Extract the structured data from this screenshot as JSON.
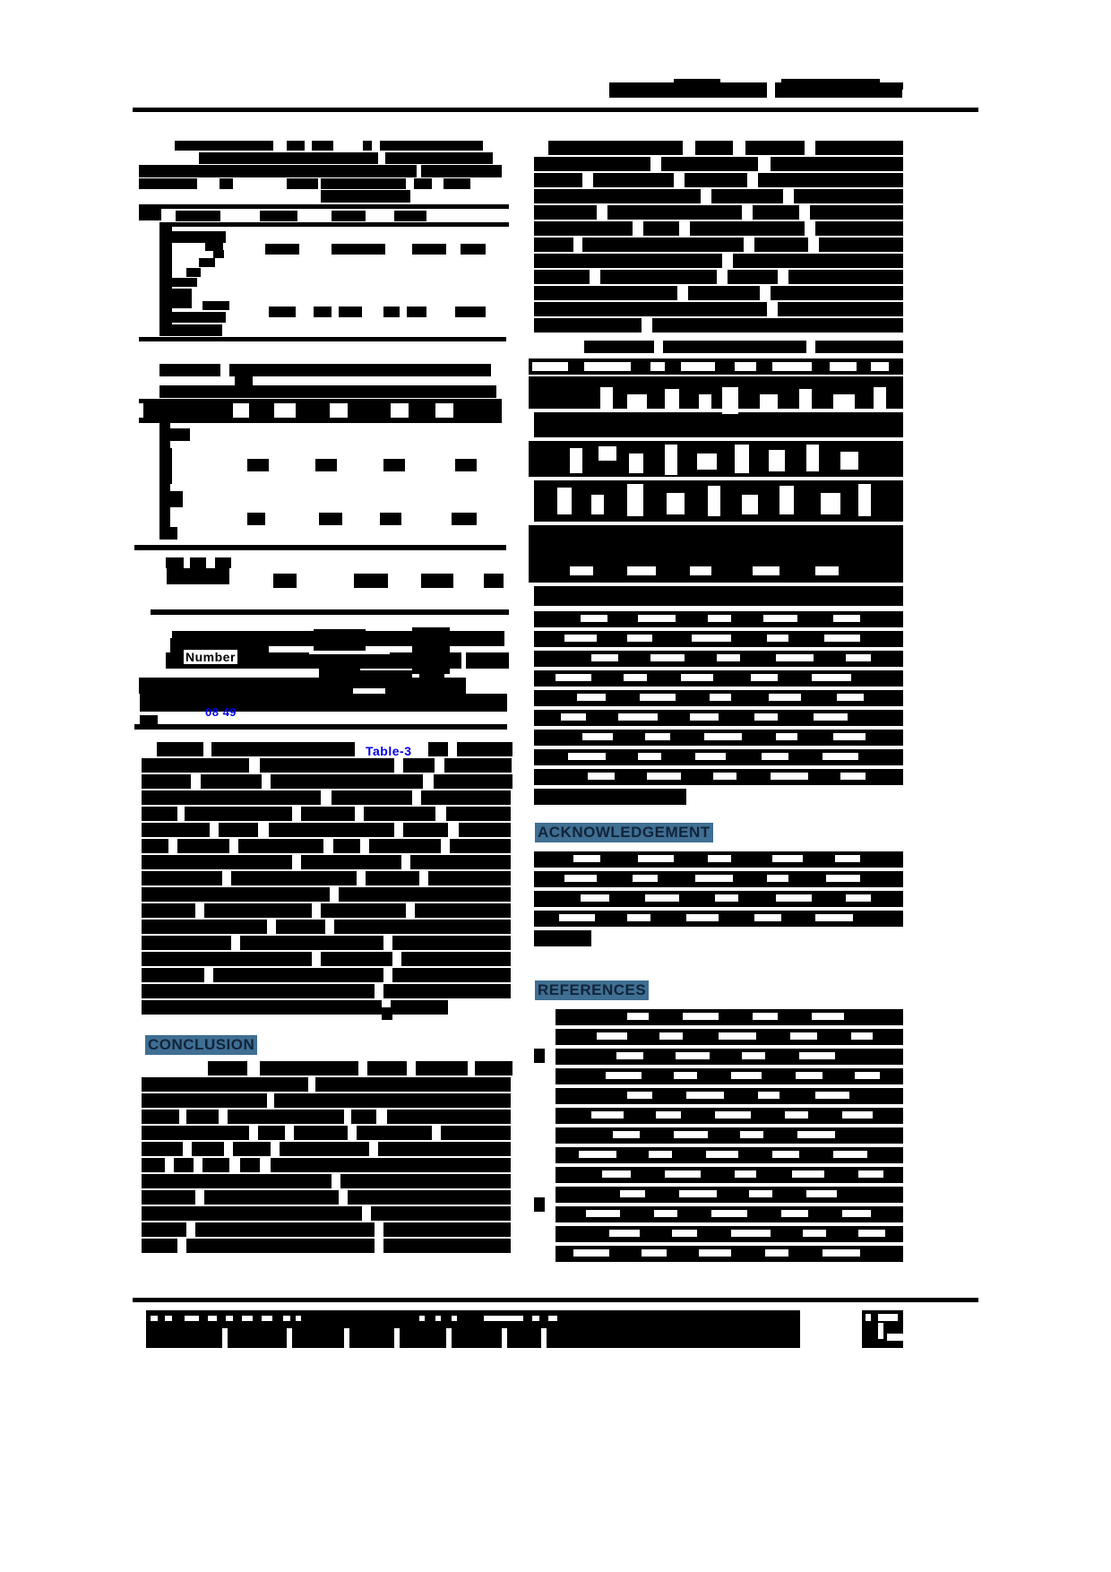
{
  "document": {
    "kind": "redacted-journal-page",
    "page_number_visible": true,
    "columns": 2,
    "background_color": "#ffffff",
    "ink_color": "#000000",
    "highlight_color": "#3f6f93",
    "link_color": "#0000ee"
  },
  "header": {
    "running_head_left_redacted": true,
    "running_head_blocks": [
      {
        "label": "header-block-1"
      },
      {
        "label": "header-block-2"
      }
    ],
    "rule_below": true
  },
  "left_column": {
    "blocks": [
      {
        "name": "table-1-caption",
        "type": "caption",
        "lines": 3
      },
      {
        "name": "table-1",
        "type": "table",
        "rows": 6,
        "cols": 5
      },
      {
        "name": "table-2",
        "type": "table",
        "rows": 7,
        "cols": 5
      },
      {
        "name": "table-3-caption",
        "type": "caption",
        "lines": 3
      },
      {
        "name": "figure-1",
        "type": "figure"
      },
      {
        "name": "body-text-1",
        "type": "paragraph",
        "lines": 18
      },
      {
        "name": "conclusion-section",
        "type": "section"
      }
    ],
    "figure_label": "Number",
    "inline_values": "08  49",
    "table_ref": "Table-3",
    "section_heading": "CONCLUSION"
  },
  "right_column": {
    "blocks": [
      {
        "name": "body-text-2",
        "type": "paragraph",
        "lines": 14
      },
      {
        "name": "table-4-caption",
        "type": "caption",
        "lines": 1
      },
      {
        "name": "table-4",
        "type": "table",
        "rows": 22,
        "cols": 6
      },
      {
        "name": "body-text-3",
        "type": "paragraph",
        "lines": 24
      },
      {
        "name": "acknowledgement-section",
        "type": "section"
      },
      {
        "name": "references-section",
        "type": "section"
      }
    ],
    "section_headings": [
      "ACKNOWLEDGEMENT",
      "REFERENCES"
    ]
  },
  "footer": {
    "citation_redacted": true,
    "page_number_redacted": true,
    "rule_above": true
  }
}
